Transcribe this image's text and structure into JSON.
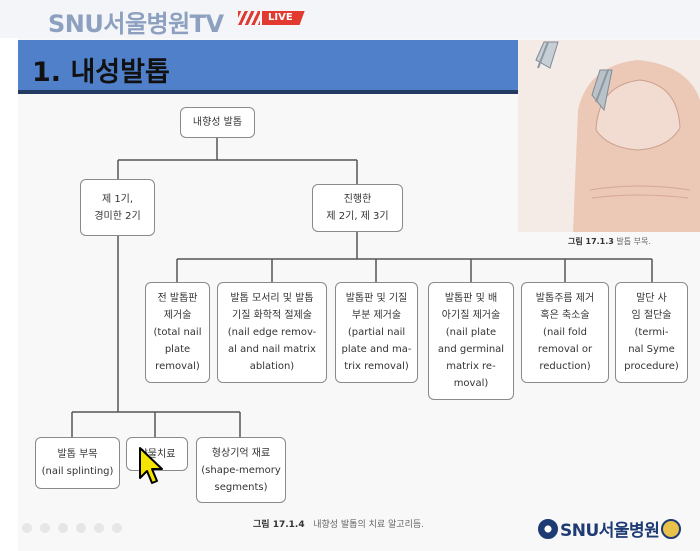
{
  "header": {
    "brand": "SNU서울병원TV",
    "live_label": "LIVE"
  },
  "slide": {
    "title": "1. 내성발톱",
    "photo_caption_label": "그림 17.1.3",
    "photo_caption_text": "발톱 부목.",
    "diagram_caption_label": "그림 17.1.4",
    "diagram_caption_text": "내향성 발톱의 치료 알고리듬."
  },
  "diagram": {
    "root": "내향성 발톱",
    "mild": "제 1기,\n경미한 2기",
    "advanced": "진행한\n제 2기, 제 3기",
    "advanced_options": [
      "전 발톱판\n제거술\n(total nail\nplate\nremoval)",
      "발톱 모서리 및 발톱\n기질 화학적 절제술\n(nail edge remov-\nal and nail matrix\nablation)",
      "발톱판 및 기질\n부분 제거술\n(partial nail\nplate and ma-\ntrix removal)",
      "발톱판 및 배\n아기질 제거술\n(nail plate\nand germinal\nmatrix re-\nmoval)",
      "발톱주름 제거\n혹은 축소술\n(nail fold\nremoval or\nreduction)",
      "말단 사\n임 절단술\n(termi-\nnal Syme\nprocedure)"
    ],
    "mild_options": [
      "발톱 부목\n(nail splinting)",
      "약물치료",
      "형상기억 재료\n(shape-memory\nsegments)"
    ]
  },
  "footer": {
    "logo_text": "SNU서울병원"
  },
  "colors": {
    "title_bar": "#4f80c9",
    "title_underline": "#243a63",
    "live_red": "#e23a2e",
    "brand_blue": "#1f3b74"
  }
}
